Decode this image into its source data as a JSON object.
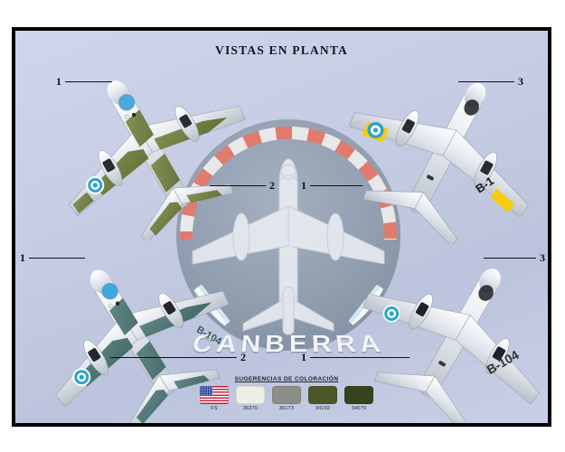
{
  "sheet": {
    "title": "VISTAS EN PLANTA",
    "emblem_text": "CANBERRA"
  },
  "callouts": [
    {
      "id": "callout-top-left",
      "label": "1"
    },
    {
      "id": "callout-center-left",
      "label": "2"
    },
    {
      "id": "callout-center-right",
      "label": "1"
    },
    {
      "id": "callout-top-right",
      "label": "3"
    },
    {
      "id": "callout-bottom-left",
      "label": "1"
    },
    {
      "id": "callout-bottom-mid",
      "label": "2"
    },
    {
      "id": "callout-bottom-right",
      "label": "1"
    },
    {
      "id": "callout-right-lower",
      "label": "3"
    }
  ],
  "aircraft": {
    "top_left": {
      "name": "camouflage-green-canberra",
      "scheme": "olive-green camouflage",
      "marking": ""
    },
    "top_right": {
      "name": "silver-canberra-yellow-band",
      "scheme": "natural metal",
      "marking": "B-1"
    },
    "bottom_left": {
      "name": "camouflage-teal-canberra",
      "scheme": "teal-grey camouflage",
      "marking": "B-104"
    },
    "bottom_right": {
      "name": "silver-canberra-b104",
      "scheme": "natural metal",
      "marking": "B-104"
    }
  },
  "legend": {
    "title": "SUGERENCIAS DE COLORACIÓN",
    "chips": [
      {
        "label": "FS",
        "color": "#c9243f",
        "type": "flag"
      },
      {
        "label": "36270",
        "color": "#eeeee4",
        "type": "swatch"
      },
      {
        "label": "36173",
        "color": "#8c8e85",
        "type": "swatch"
      },
      {
        "label": "34102",
        "color": "#4e5729",
        "type": "swatch"
      },
      {
        "label": "34079",
        "color": "#37421f",
        "type": "swatch"
      }
    ]
  },
  "colors": {
    "background_top": "#cfd5ea",
    "background_bottom": "#c9cfe6",
    "frame": "#000000",
    "roundel_blue": "#2ba4c9",
    "yellow_band": "#f5cc12",
    "camo_green": "#6c7a3a",
    "camo_teal": "#48716e",
    "metal_silver": "#c9cdd4"
  }
}
